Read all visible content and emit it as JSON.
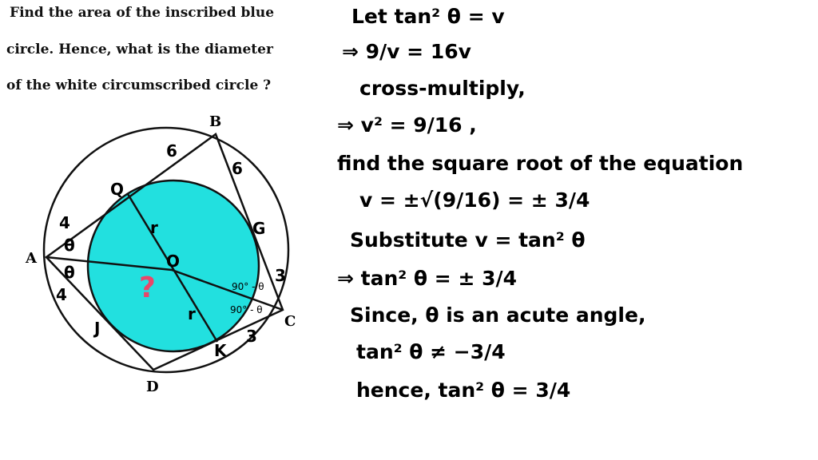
{
  "question": {
    "lines": [
      "Find the area of the inscribed blue",
      "circle. Hence, what is the diameter",
      "of the white circumscribed circle ?"
    ]
  },
  "diagram": {
    "points": {
      "A": "A",
      "B": "B",
      "C": "C",
      "D": "D",
      "O": "O",
      "Q": "Q",
      "G": "G",
      "J": "J",
      "K": "K"
    },
    "labels": {
      "ab": "6",
      "bg": "6",
      "aq": "4",
      "aj": "4",
      "gc": "3",
      "ck": "3",
      "r1": "r",
      "r2": "r",
      "theta1": "θ",
      "theta2": "θ",
      "angle1": "90° - θ",
      "angle2": "90° - θ",
      "unknown": "?"
    },
    "colors": {
      "inner_circle": "#22e0df",
      "question_mark": "#e8476a"
    }
  },
  "solution": {
    "lines": [
      "Let tan² θ = v",
      "⇒   9/v = 16v",
      "cross-multiply,",
      "⇒   v² = 9/16 ,",
      "find the square root of the equation",
      "v = ±√(9/16) = ± 3/4",
      "Substitute v = tan² θ",
      "⇒   tan² θ  = ± 3/4",
      "Since, θ is an acute angle,",
      "tan² θ ≠ −3/4",
      "hence, tan² θ = 3/4"
    ]
  }
}
